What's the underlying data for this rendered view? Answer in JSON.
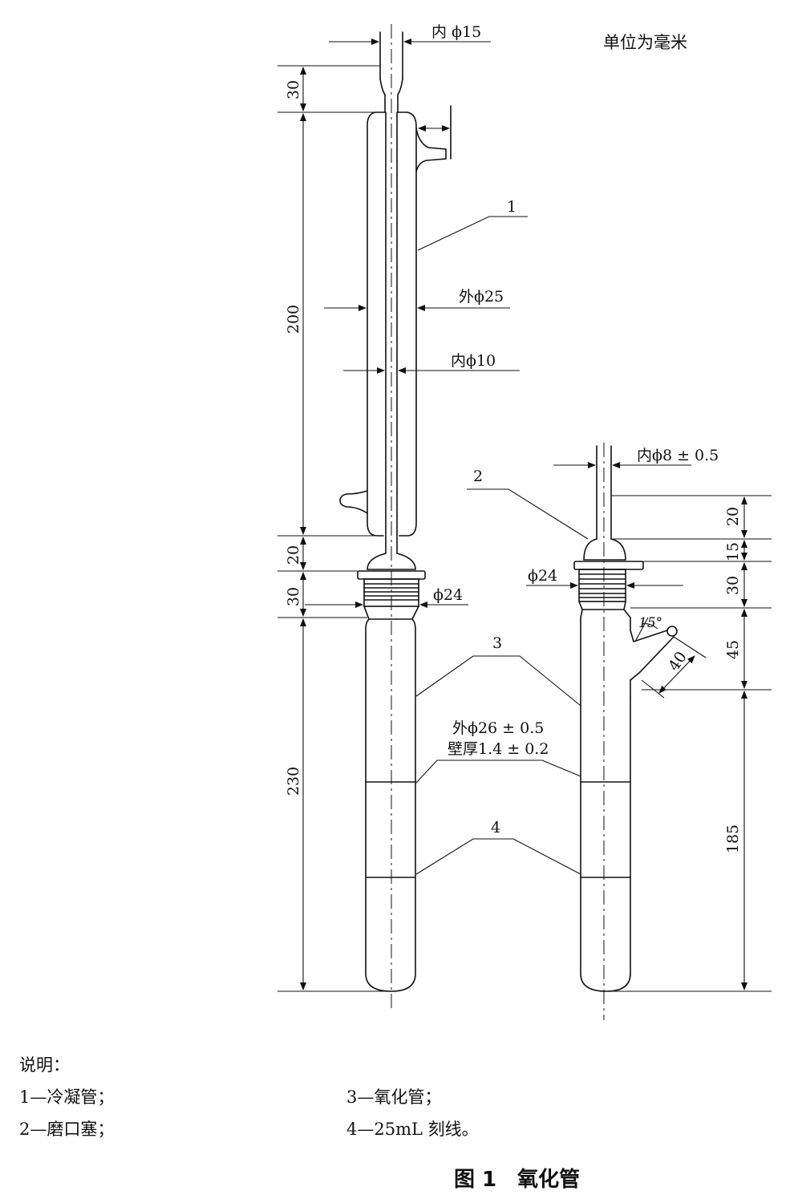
{
  "units_note": "单位为毫米",
  "labels": {
    "inner_15": "内 ϕ15",
    "outer_25": "外ϕ25",
    "inner_10": "内ϕ10",
    "inner_8": "内ϕ8 ± 0.5",
    "phi24_left": "ϕ24",
    "phi24_right": "ϕ24",
    "outer_26": "外ϕ26 ± 0.5",
    "wall": "壁厚1.4 ± 0.2",
    "angle": "15°"
  },
  "callouts": {
    "c1": "1",
    "c2": "2",
    "c3": "3",
    "c4": "4"
  },
  "dims_left": {
    "d30a": "30",
    "d200": "200",
    "d20": "20",
    "d30b": "30",
    "d230": "230"
  },
  "dims_right": {
    "d20": "20",
    "d15": "15",
    "d30": "30",
    "d45": "45",
    "d185": "185",
    "d40": "40"
  },
  "legend": {
    "title": "说明：",
    "item1": "1—冷凝管；",
    "item2": "2—磨口塞；",
    "item3": "3—氧化管；",
    "item4": "4—25mL 刻线。"
  },
  "caption": "图 1　氧化管"
}
